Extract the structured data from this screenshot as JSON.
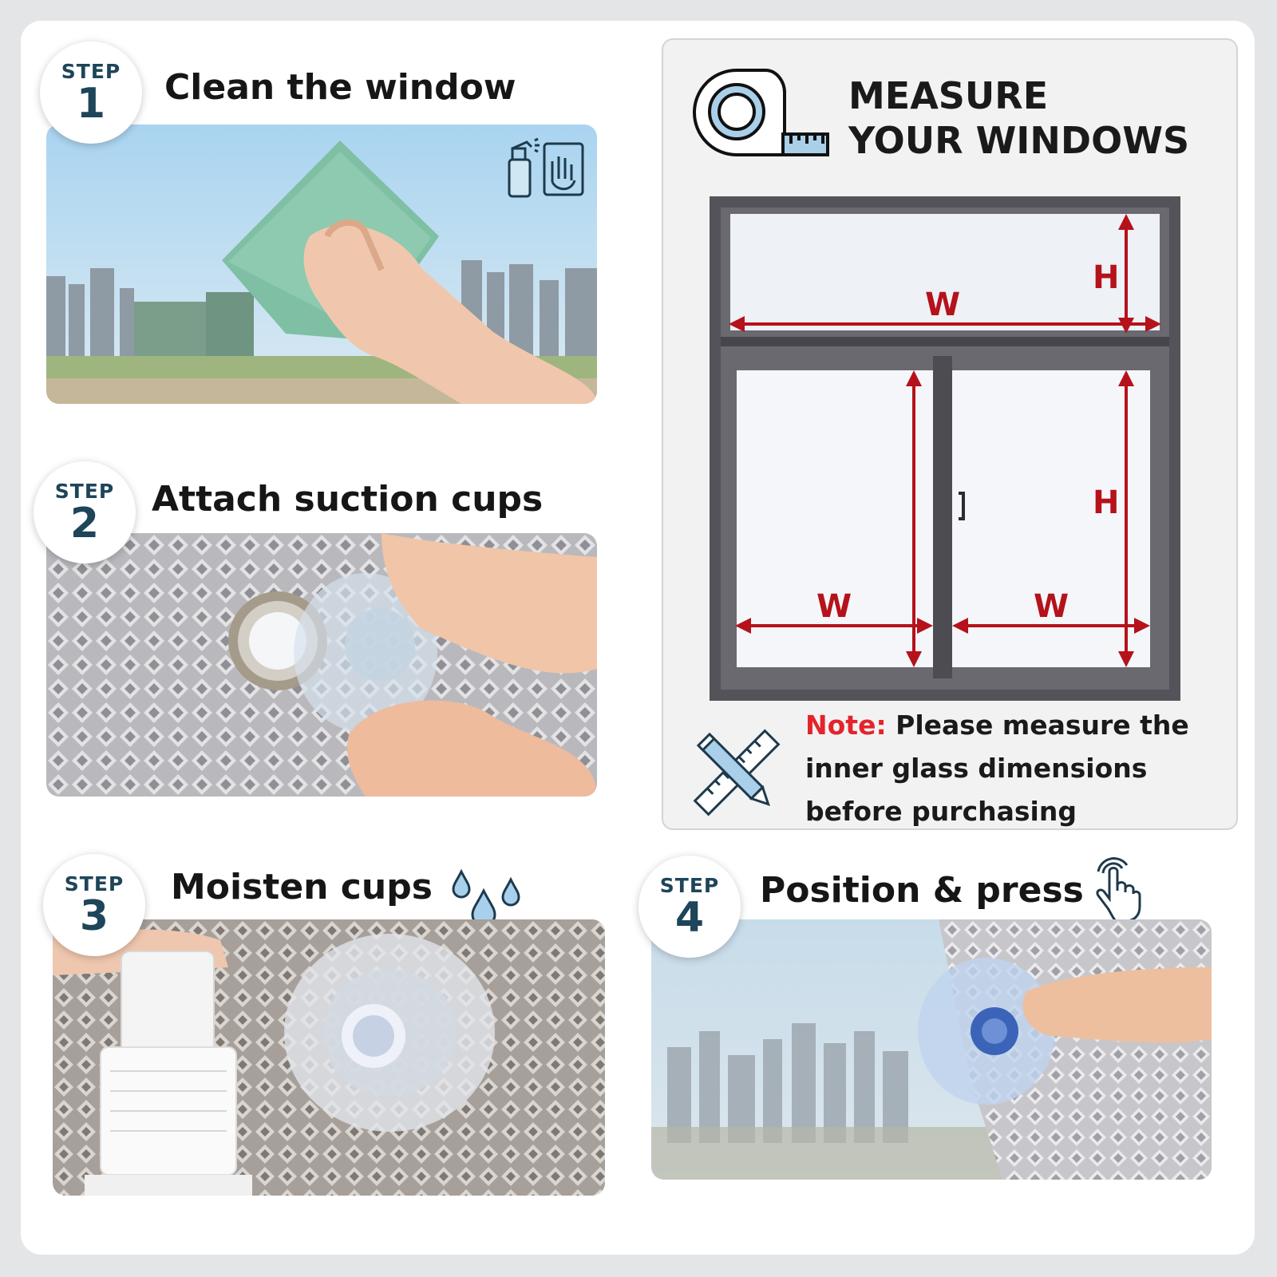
{
  "steps": [
    {
      "word": "STEP",
      "number": "1",
      "title": "Clean the window"
    },
    {
      "word": "STEP",
      "number": "2",
      "title": "Attach suction cups"
    },
    {
      "word": "STEP",
      "number": "3",
      "title": "Moisten cups"
    },
    {
      "word": "STEP",
      "number": "4",
      "title": "Position & press"
    }
  ],
  "measure": {
    "title_line1": "MEASURE",
    "title_line2": "YOUR WINDOWS",
    "labels": {
      "top_width": "W",
      "top_height": "H",
      "left_width": "W",
      "right_width": "W",
      "bottom_height": "H"
    },
    "note_label": "Note:",
    "note_text": "Please measure the inner glass dimensions before purchasing"
  },
  "icons": {
    "step1": "spray-and-wipe-icon",
    "step3": "water-drops-icon",
    "step4": "touch-press-icon",
    "measure": "tape-measure-icon",
    "note": "ruler-pencil-icon"
  },
  "colors": {
    "badge_text": "#1e4559",
    "dimension_arrows": "#b5121b",
    "note_label": "#e3242b",
    "window_frame": "#55535a"
  }
}
